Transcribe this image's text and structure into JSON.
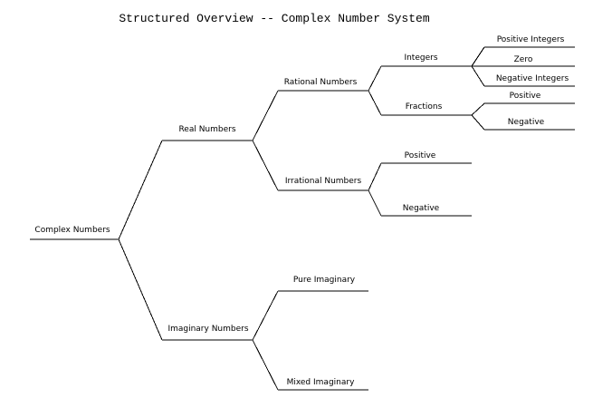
{
  "title": "Structured Overview -- Complex Number System",
  "nodes": {
    "complex": "Complex Numbers",
    "real": "Real Numbers",
    "imaginary": "Imaginary Numbers",
    "rational": "Rational Numbers",
    "irrational": "Irrational Numbers",
    "integers": "Integers",
    "fractions": "Fractions",
    "positive_integers": "Positive Integers",
    "zero": "Zero",
    "negative_integers": "Negative Integers",
    "fractions_positive": "Positive",
    "fractions_negative": "Negative",
    "irrational_positive": "Positive",
    "irrational_negative": "Negative",
    "pure_imaginary": "Pure Imaginary",
    "mixed_imaginary": "Mixed Imaginary"
  }
}
